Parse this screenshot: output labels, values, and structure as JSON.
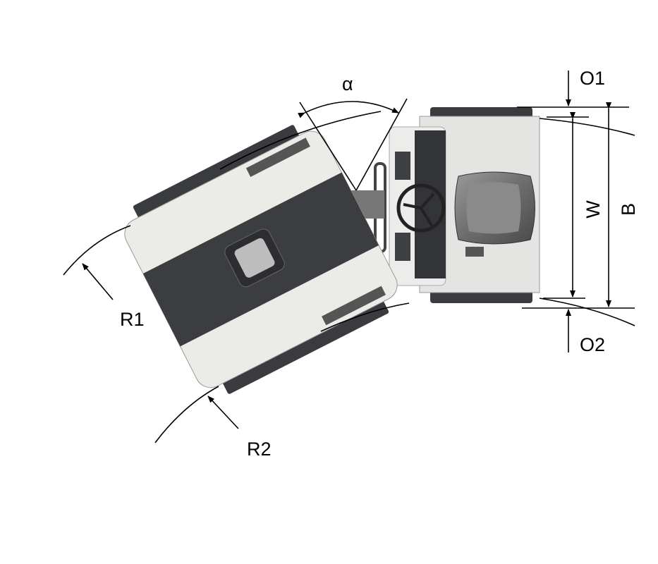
{
  "diagram": {
    "labels": {
      "angle": "α",
      "overhang_1": "O1",
      "overhang_2": "O2",
      "width": "W",
      "overall_width": "B",
      "radius_inner": "R1",
      "radius_outer": "R2"
    },
    "colors": {
      "body_light": "#e9e9e6",
      "body_dark": "#3c3d40",
      "frame_light": "#e2e2e0",
      "line": "#000000"
    }
  }
}
